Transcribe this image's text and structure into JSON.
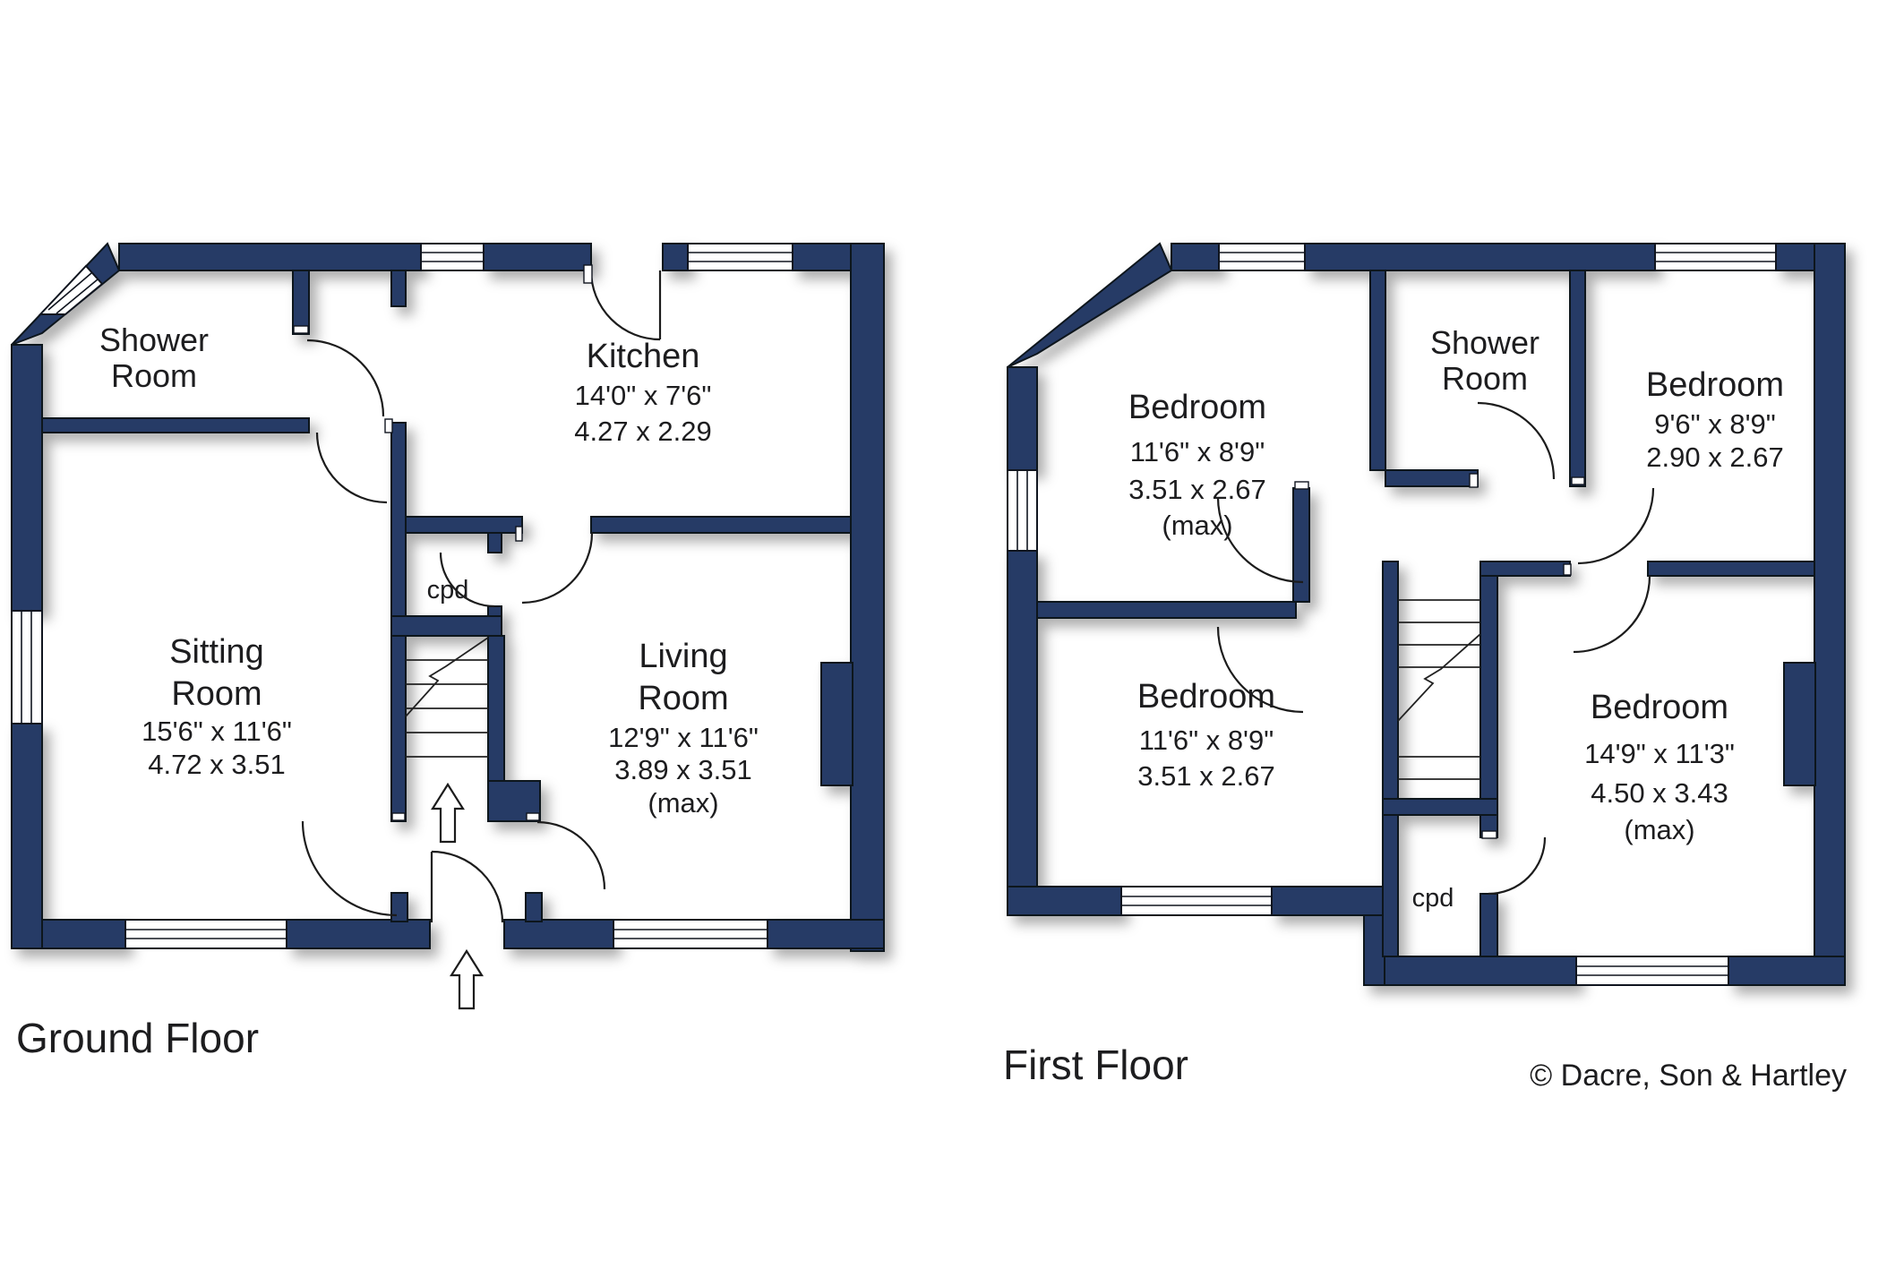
{
  "palette": {
    "wall_color": "#263a66",
    "outline_color": "#10151f",
    "text_color": "#1d1d1f",
    "background": "#ffffff"
  },
  "copyright": "© Dacre, Son & Hartley",
  "ground_floor": {
    "label": "Ground Floor",
    "shower_room": {
      "line1": "Shower",
      "line2": "Room"
    },
    "kitchen": {
      "name": "Kitchen",
      "imperial": "14'0\"  x  7'6\"",
      "metric": "4.27  x  2.29"
    },
    "sitting_room": {
      "line1": "Sitting",
      "line2": "Room",
      "imperial": "15'6\"  x  11'6\"",
      "metric": "4.72  x  3.51"
    },
    "living_room": {
      "line1": "Living",
      "line2": "Room",
      "imperial": "12'9\"  x  11'6\"",
      "metric": "3.89  x  3.51",
      "qualifier": "(max)"
    },
    "cupboard": "cpd"
  },
  "first_floor": {
    "label": "First Floor",
    "bedroom_front_left": {
      "name": "Bedroom",
      "imperial": "11'6\"  x  8'9\"",
      "metric": "3.51  x  2.67",
      "qualifier": "(max)"
    },
    "shower_room": {
      "line1": "Shower",
      "line2": "Room"
    },
    "bedroom_front_right": {
      "name": "Bedroom",
      "imperial": "9'6\"  x  8'9\"",
      "metric": "2.90  x  2.67"
    },
    "bedroom_back_left": {
      "name": "Bedroom",
      "imperial": "11'6\"  x  8'9\"",
      "metric": "3.51  x  2.67"
    },
    "bedroom_back_right": {
      "name": "Bedroom",
      "imperial": "14'9\"  x  11'3\"",
      "metric": "4.50  x  3.43",
      "qualifier": "(max)"
    },
    "cupboard": "cpd"
  }
}
